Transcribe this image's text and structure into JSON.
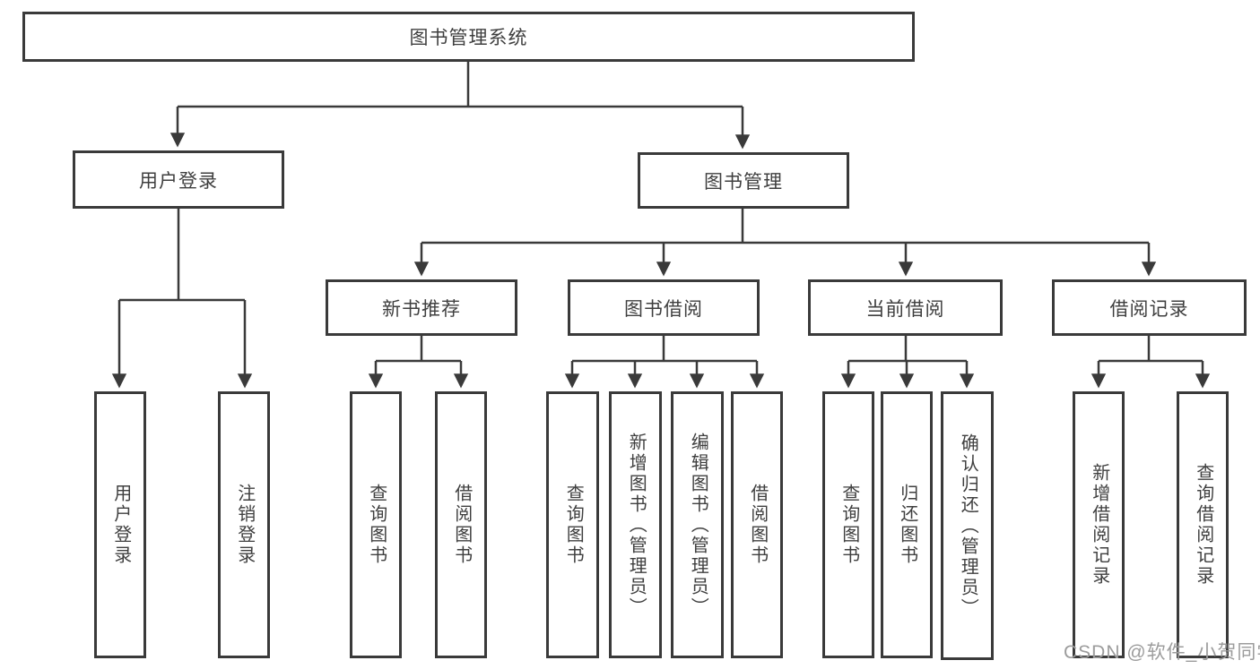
{
  "tree": {
    "root": {
      "label": "图书管理系统"
    },
    "children": [
      {
        "label": "用户登录",
        "children": [
          {
            "label": "用户登录"
          },
          {
            "label": "注销登录"
          }
        ]
      },
      {
        "label": "图书管理",
        "children": [
          {
            "label": "新书推荐",
            "children": [
              {
                "label": "查询图书"
              },
              {
                "label": "借阅图书"
              }
            ]
          },
          {
            "label": "图书借阅",
            "children": [
              {
                "label": "查询图书"
              },
              {
                "label": "新增图书（管理员）"
              },
              {
                "label": "编辑图书（管理员）"
              },
              {
                "label": "借阅图书"
              }
            ]
          },
          {
            "label": "当前借阅",
            "children": [
              {
                "label": "查询图书"
              },
              {
                "label": "归还图书"
              },
              {
                "label": "确认归还（管理员）"
              }
            ]
          },
          {
            "label": "借阅记录",
            "children": [
              {
                "label": "新增借阅记录"
              },
              {
                "label": "查询借阅记录"
              }
            ]
          }
        ]
      }
    ]
  },
  "watermark": {
    "text": "CSDN @软件_小贺同学"
  },
  "colors": {
    "line": "#3a3a3a",
    "text": "#3f3f3f",
    "watermark": "#9c9c9c",
    "background": "#ffffff"
  }
}
